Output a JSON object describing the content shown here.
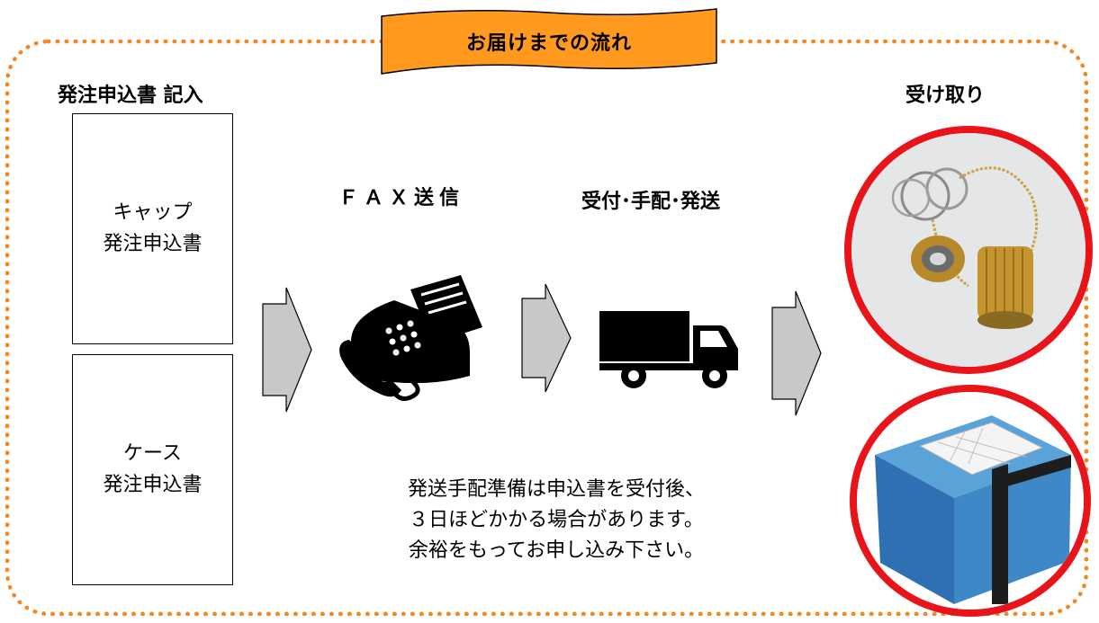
{
  "banner": {
    "title": "お届けまでの流れ"
  },
  "steps": {
    "order": {
      "heading": "発注申込書 記入"
    },
    "fax": {
      "heading": "ＦＡＸ送信"
    },
    "dispatch": {
      "heading": "受付･手配･発送"
    },
    "receive": {
      "heading": "受け取り"
    }
  },
  "forms": [
    {
      "line1": "キャップ",
      "line2": "発注申込書"
    },
    {
      "line1": "ケース",
      "line2": "発注申込書"
    }
  ],
  "note": {
    "lines": [
      "発送手配準備は申込書を受付後、",
      "３日ほどかかる場合があります。",
      "余裕をもってお申し込み下さい。"
    ]
  },
  "colors": {
    "frame": "#f5871f",
    "banner_fill": "#ff9a1f",
    "circle": "#e8141a",
    "arrow_fill": "#c8c8c8"
  },
  "icons": [
    "fax-icon",
    "truck-icon",
    "right-arrow-icon"
  ],
  "photos": [
    "cap-chain-photo",
    "blue-case-photo"
  ]
}
